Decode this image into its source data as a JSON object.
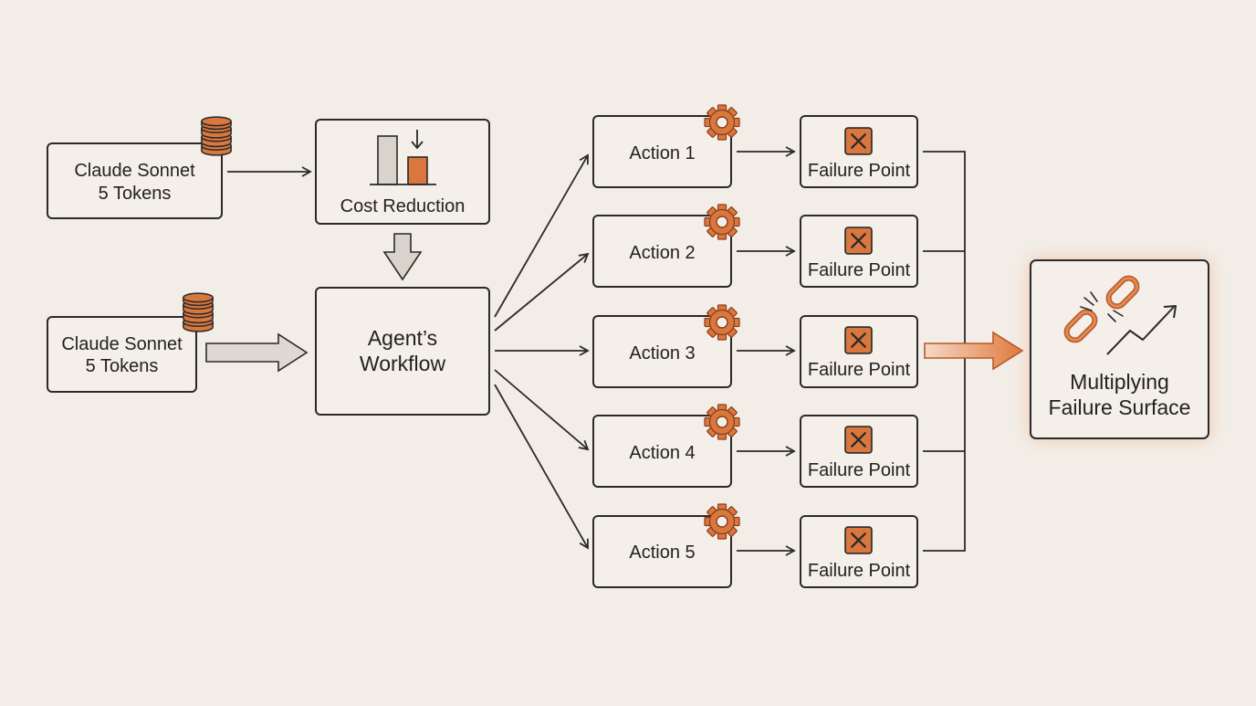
{
  "inputs": [
    {
      "line1": "Claude Sonnet",
      "line2": "5 Tokens"
    },
    {
      "line1": "Claude Sonnet",
      "line2": "5 Tokens"
    }
  ],
  "cost": {
    "label": "Cost Reduction"
  },
  "workflow": {
    "line1": "Agent’s",
    "line2": "Workflow"
  },
  "actions": [
    {
      "label": "Action 1"
    },
    {
      "label": "Action 2"
    },
    {
      "label": "Action 3"
    },
    {
      "label": "Action 4"
    },
    {
      "label": "Action 5"
    }
  ],
  "failures": [
    {
      "label": "Failure Point"
    },
    {
      "label": "Failure Point"
    },
    {
      "label": "Failure Point"
    },
    {
      "label": "Failure Point"
    },
    {
      "label": "Failure Point"
    }
  ],
  "result": {
    "line1": "Multiplying",
    "line2": "Failure Surface"
  },
  "colors": {
    "accent": "#d9773e",
    "accent_dark": "#b8582a",
    "background": "#f2ede6",
    "stroke": "#2a2a2a",
    "gray_bar": "#d8d4cc"
  },
  "icons": {
    "token": "database-coins-icon",
    "cost_chart": "bar-chart-down-icon",
    "gear": "gear-icon",
    "failure": "x-mark-icon",
    "broken_chain": "broken-chain-icon",
    "trend": "trend-up-icon"
  }
}
